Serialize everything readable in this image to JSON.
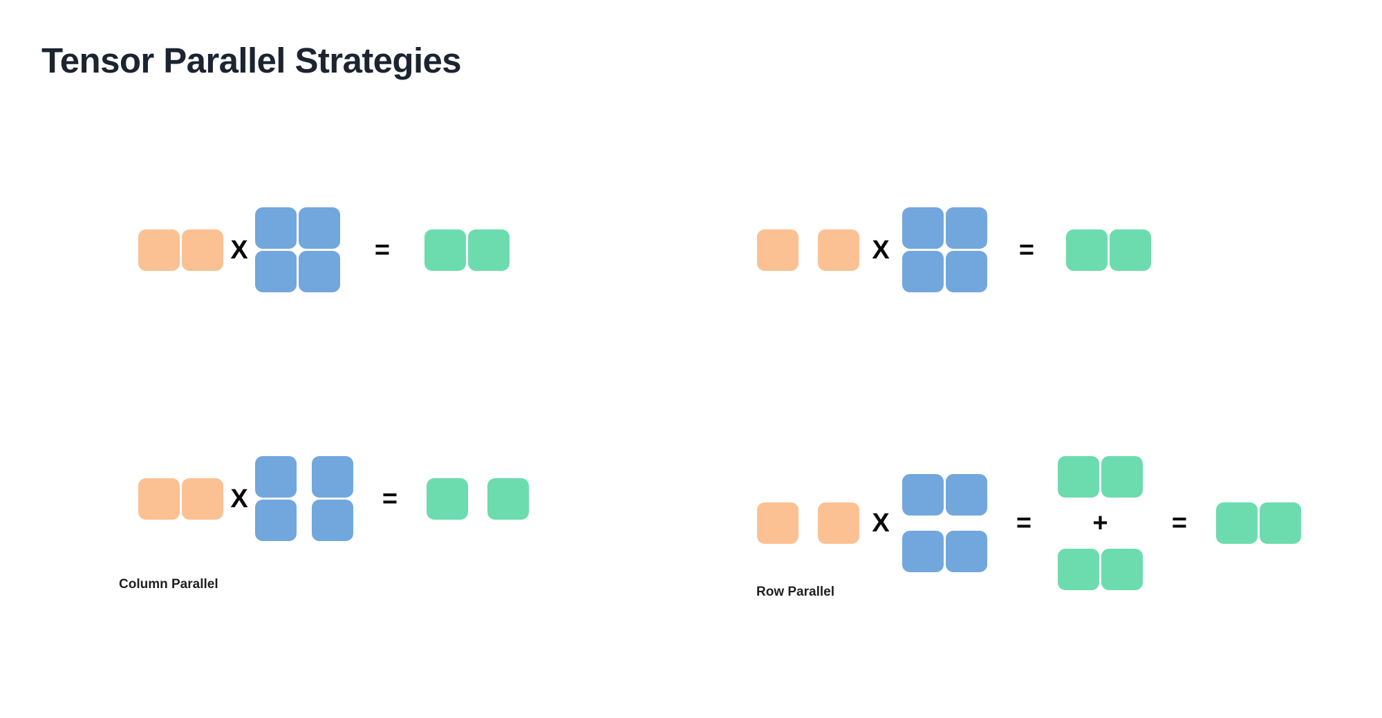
{
  "page": {
    "title": "Tensor Parallel Strategies",
    "background": "#ffffff"
  },
  "colors": {
    "input_orange": "#fbc193",
    "weight_blue": "#72a7dd",
    "output_green": "#6cdcaf",
    "title": "#1b2430",
    "operator": "#0a0a0a",
    "label": "#1f1f1f"
  },
  "operators": {
    "multiply": "X",
    "equals": "=",
    "plus": "+"
  },
  "sections": [
    {
      "id": "column-parallel",
      "label": "Column Parallel",
      "reference_row": {
        "id": "column-parallel-reference",
        "input": {
          "color_name": "input_orange",
          "rows": 1,
          "cols": 2,
          "split": "none"
        },
        "weight": {
          "color_name": "weight_blue",
          "rows": 2,
          "cols": 2,
          "split": "none"
        },
        "output": {
          "color_name": "output_green",
          "rows": 1,
          "cols": 2,
          "split": "none"
        }
      },
      "parallel_row": {
        "id": "column-parallel-split",
        "input": {
          "color_name": "input_orange",
          "rows": 1,
          "cols": 2,
          "split": "none"
        },
        "weight": {
          "color_name": "weight_blue",
          "rows": 2,
          "cols": 2,
          "split": "columns"
        },
        "output": {
          "color_name": "output_green",
          "rows": 1,
          "cols": 2,
          "split": "columns"
        }
      }
    },
    {
      "id": "row-parallel",
      "label": "Row Parallel",
      "reference_row": {
        "id": "row-parallel-reference",
        "input": {
          "color_name": "input_orange",
          "rows": 1,
          "cols": 2,
          "split": "columns"
        },
        "weight": {
          "color_name": "weight_blue",
          "rows": 2,
          "cols": 2,
          "split": "none"
        },
        "output": {
          "color_name": "output_green",
          "rows": 1,
          "cols": 2,
          "split": "none"
        }
      },
      "parallel_row": {
        "id": "row-parallel-split",
        "input": {
          "color_name": "input_orange",
          "rows": 1,
          "cols": 2,
          "split": "columns"
        },
        "weight": {
          "color_name": "weight_blue",
          "rows": 2,
          "cols": 2,
          "split": "rows"
        },
        "partial_outputs": [
          {
            "color_name": "output_green",
            "rows": 1,
            "cols": 2
          },
          {
            "color_name": "output_green",
            "rows": 1,
            "cols": 2
          }
        ],
        "output": {
          "color_name": "output_green",
          "rows": 1,
          "cols": 2,
          "split": "none"
        }
      }
    }
  ]
}
